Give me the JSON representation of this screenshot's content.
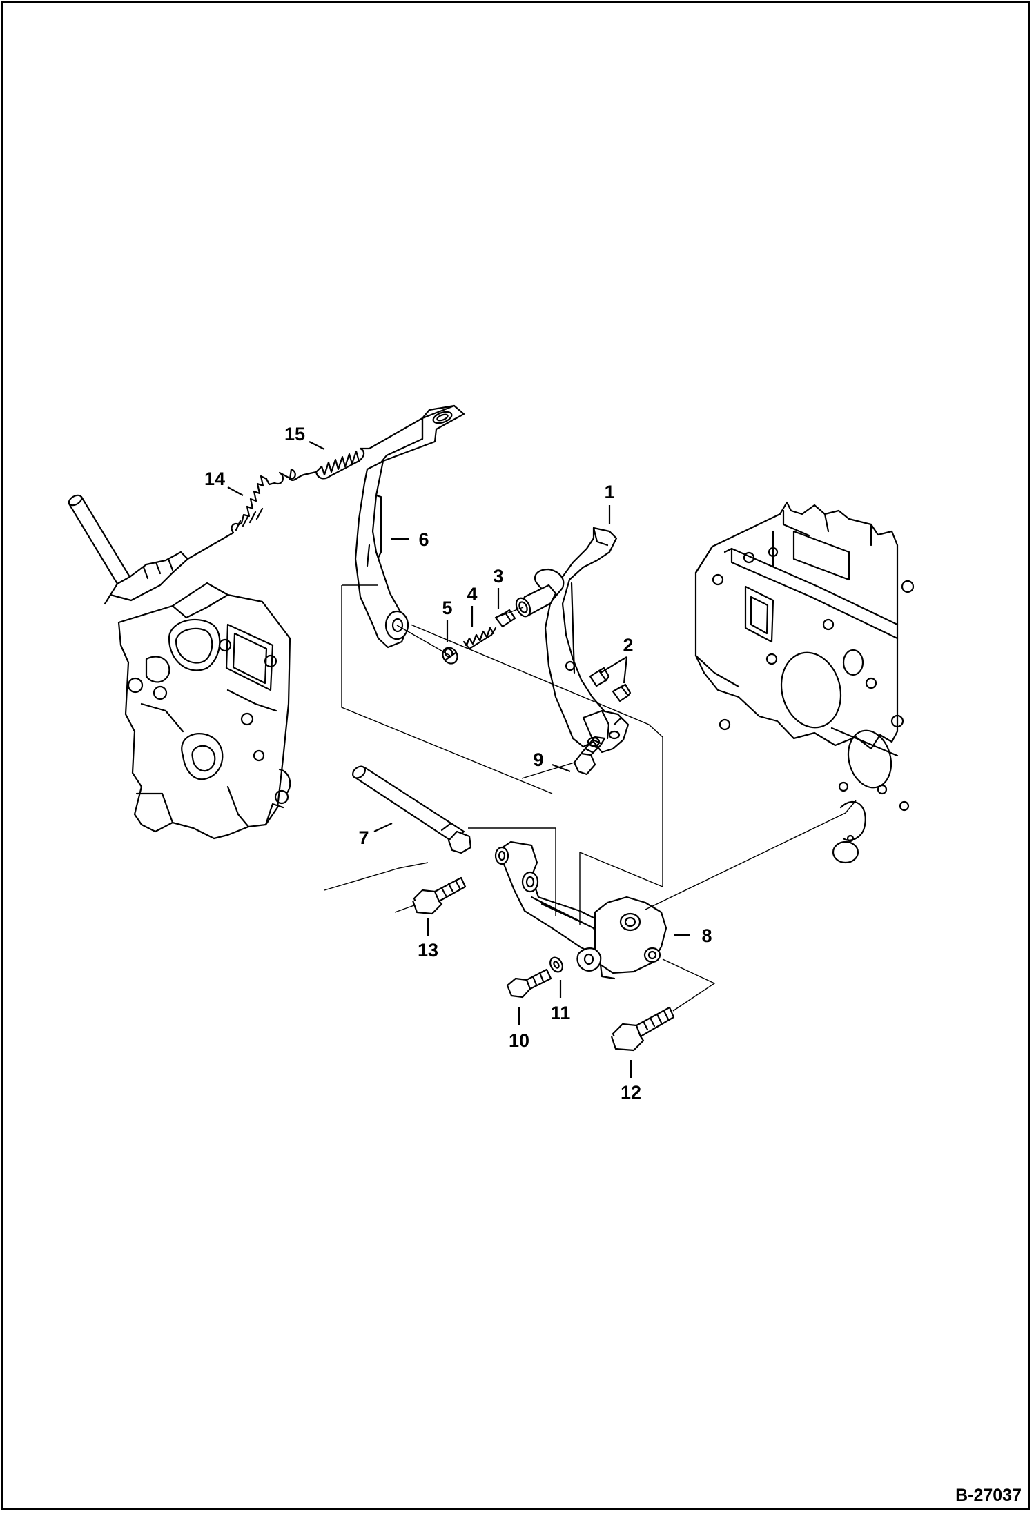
{
  "figure_id": "B-27037",
  "callouts": {
    "c1": "1",
    "c2": "2",
    "c3": "3",
    "c4": "4",
    "c5": "5",
    "c6": "6",
    "c7": "7",
    "c8": "8",
    "c9": "9",
    "c10": "10",
    "c11": "11",
    "c12": "12",
    "c13": "13",
    "c14": "14",
    "c15": "15"
  }
}
